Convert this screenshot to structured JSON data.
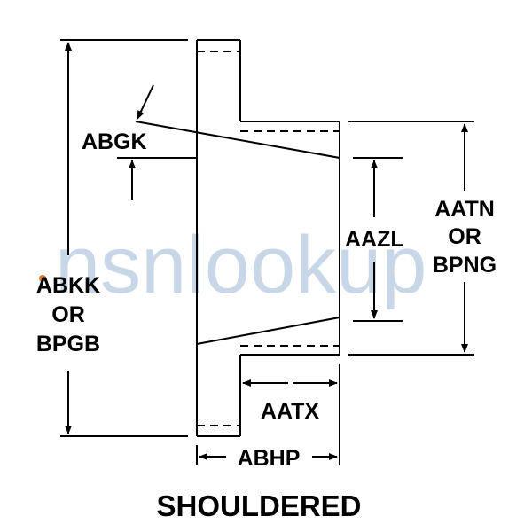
{
  "colors": {
    "line": "#000000",
    "watermark": "#9bb7d4",
    "accent_dot": "#e07a2e"
  },
  "watermark": {
    "text": "nsnlookup"
  },
  "labels": {
    "abgk": "ABGK",
    "aazl": "AAZL",
    "aatn_line1": "AATN",
    "aatn_line2": "OR",
    "aatn_line3": "BPNG",
    "abkk_line1": "ABKK",
    "abkk_line2": "OR",
    "abkk_line3": "BPGB",
    "aatx": "AATX",
    "abhp": "ABHP"
  },
  "caption": "SHOULDERED"
}
